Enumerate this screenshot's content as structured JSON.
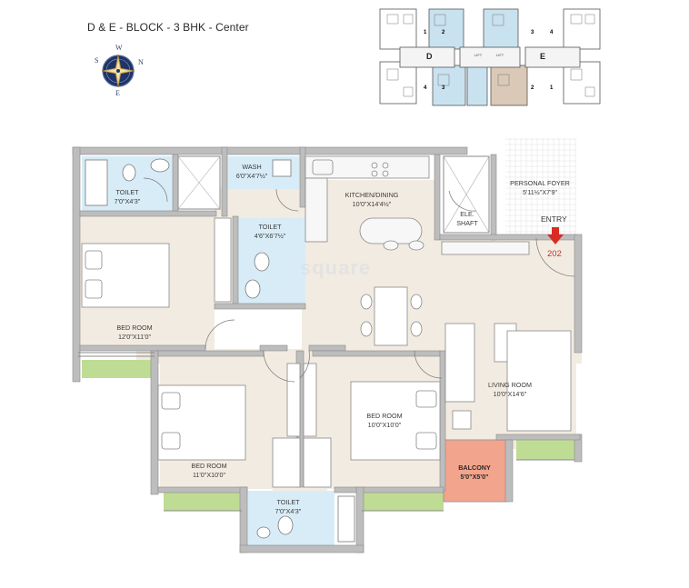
{
  "title": "D & E - BLOCK - 3 BHK - Center",
  "compass": {
    "n": "N",
    "s": "S",
    "e": "E",
    "w": "W"
  },
  "key_plan": {
    "blocks": [
      "D",
      "E"
    ],
    "unit_numbers": [
      "1",
      "2",
      "3",
      "4",
      "4",
      "3",
      "2",
      "1"
    ],
    "lift_label": "LIFT",
    "highlight_color": "#d9c9b6",
    "unit_fill_color": "#c9e2ef"
  },
  "rooms": {
    "toilet_1": {
      "name": "TOILET",
      "size": "7'0\"X4'3\""
    },
    "wash": {
      "name": "WASH",
      "size": "6'0\"X4'7½\""
    },
    "kitchen": {
      "name": "KITCHEN/DINING",
      "size": "10'0\"X14'4½\""
    },
    "lift_shaft": {
      "name": "ELE.",
      "name2": "SHAFT"
    },
    "personal_foyer": {
      "name": "PERSONAL FOYER",
      "size": "5'11½\"X7'9\""
    },
    "toilet_2": {
      "name": "TOILET",
      "size": "4'6\"X6'7½\""
    },
    "bedroom_1": {
      "name": "BED ROOM",
      "size": "12'0\"X11'0\""
    },
    "living": {
      "name": "LIVING ROOM",
      "size": "10'0\"X14'6\""
    },
    "bedroom_2": {
      "name": "BED ROOM",
      "size": "10'0\"X10'0\""
    },
    "bedroom_3": {
      "name": "BED ROOM",
      "size": "11'0\"X10'0\""
    },
    "balcony": {
      "name": "BALCONY",
      "size": "5'0\"X5'0\""
    },
    "toilet_3": {
      "name": "TOILET",
      "size": "7'0\"X4'3\""
    }
  },
  "entry_label": "ENTRY",
  "flat_number": "202",
  "watermark": "square",
  "colors": {
    "floor": "#f2ebe1",
    "wet": "#d8ecf7",
    "balcony": "#f2a48c",
    "green": "#bfdc94",
    "arrow": "#d92b22",
    "wall": "#9c9c9c"
  }
}
